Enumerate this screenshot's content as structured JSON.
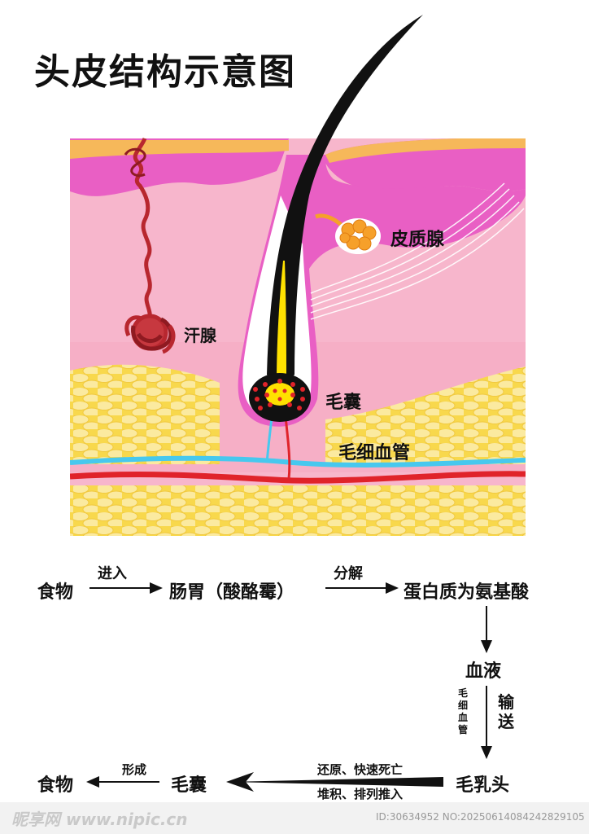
{
  "title": "头皮结构示意图",
  "labels": {
    "sebaceous_gland": "皮质腺",
    "sweat_gland": "汗腺",
    "hair_follicle": "毛囊",
    "capillary": "毛细血管"
  },
  "flow": {
    "food_start": "食物",
    "enter": "进入",
    "stomach": "肠胃（酸酪霉）",
    "decompose": "分解",
    "amino": "蛋白质为氨基酸",
    "blood": "血液",
    "capillary_vertical": "毛细血管",
    "transport": "输送",
    "papilla": "毛乳头",
    "reduction": "还原、快速死亡",
    "pile": "堆积、排列推入",
    "follicle": "毛囊",
    "form": "形成",
    "food_end": "食物"
  },
  "watermark": {
    "left": "昵享网 www.nipic.cn",
    "right": "ID:30634952 NO:20250614084242829105"
  },
  "colors": {
    "skin_top": "#e95fc4",
    "dermis": "#f7b6cc",
    "fat": "#f7e27a",
    "hair": "#111111",
    "blood_red": "#e0232a",
    "vein_blue": "#47c8ee",
    "sebaceous": "#f6a02a",
    "sweat": "#b8272f"
  }
}
